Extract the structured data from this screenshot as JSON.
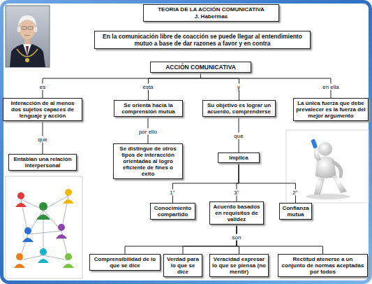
{
  "diagram": {
    "nodes": [
      {
        "text": [
          "TEORIA DE LA ACCIÓN COMUNICATIVA",
          "J. Habermas"
        ]
      },
      {
        "text": [
          "En la comunicación libre de coacción se puede llegar al entendimiento mutuo a base de dar razones a favor y en contra"
        ]
      },
      {
        "text": [
          "ACCIÓN COMUNICATIVA"
        ]
      },
      {
        "text": [
          "Interacción de al menos dos sujetos capaces de lenguaje y acción"
        ]
      },
      {
        "text": [
          "Se orienta hacia la comprensión mutua"
        ]
      },
      {
        "text": [
          "Su objetivo es lograr un acuerdo, comprenderse"
        ]
      },
      {
        "text": [
          "La única fuerza que debe prevalecer es la fuerza del mejor argumento"
        ]
      },
      {
        "text": [
          "Entablan una relación interpersonal"
        ]
      },
      {
        "text": [
          "Se distingue de otros tipos de interacción orientadas al logro eficiente de fines o éxito"
        ]
      },
      {
        "text": [
          "Implica"
        ]
      },
      {
        "text": [
          "Conocimiento compartido"
        ]
      },
      {
        "text": [
          "Acuerdo basados en requisitos de validez"
        ]
      },
      {
        "text": [
          "Confianza mutua"
        ]
      },
      {
        "text": [
          "Comprensibilidad de lo que se dice"
        ]
      },
      {
        "text": [
          "Verdad para lo que se dice"
        ]
      },
      {
        "text": [
          "Veracidad expresar lo que se piensa (no mentir)"
        ]
      },
      {
        "text": [
          "Rectitud atenerse a un conjunto de normas aceptadas por todos"
        ]
      }
    ],
    "edges": [
      {
        "from": 2,
        "to": 3,
        "label": "es",
        "arrow": "none"
      },
      {
        "from": 2,
        "to": 4,
        "label": "ésta",
        "arrow": "none"
      },
      {
        "from": 2,
        "to": 5,
        "label": "y",
        "arrow": "none"
      },
      {
        "from": 2,
        "to": 6,
        "label": "en ella",
        "arrow": "none"
      },
      {
        "from": 3,
        "to": 7,
        "label": "que",
        "arrow": "none"
      },
      {
        "from": 4,
        "to": 8,
        "label": "por ello",
        "arrow": "none"
      },
      {
        "from": 5,
        "to": 9,
        "label": "que",
        "arrow": "none"
      },
      {
        "from": 9,
        "to": 10,
        "label": "1°",
        "arrow": "none"
      },
      {
        "from": 9,
        "to": 11,
        "label": "3°",
        "arrow": "none"
      },
      {
        "from": 9,
        "to": 12,
        "label": "2°",
        "arrow": "none"
      },
      {
        "from": 11,
        "to": 13,
        "label": "son",
        "arrow": "none"
      },
      {
        "from": 11,
        "to": 14,
        "arrow": "none"
      },
      {
        "from": 11,
        "to": 15,
        "arrow": "none"
      },
      {
        "from": 11,
        "to": 16,
        "arrow": "none"
      }
    ]
  }
}
